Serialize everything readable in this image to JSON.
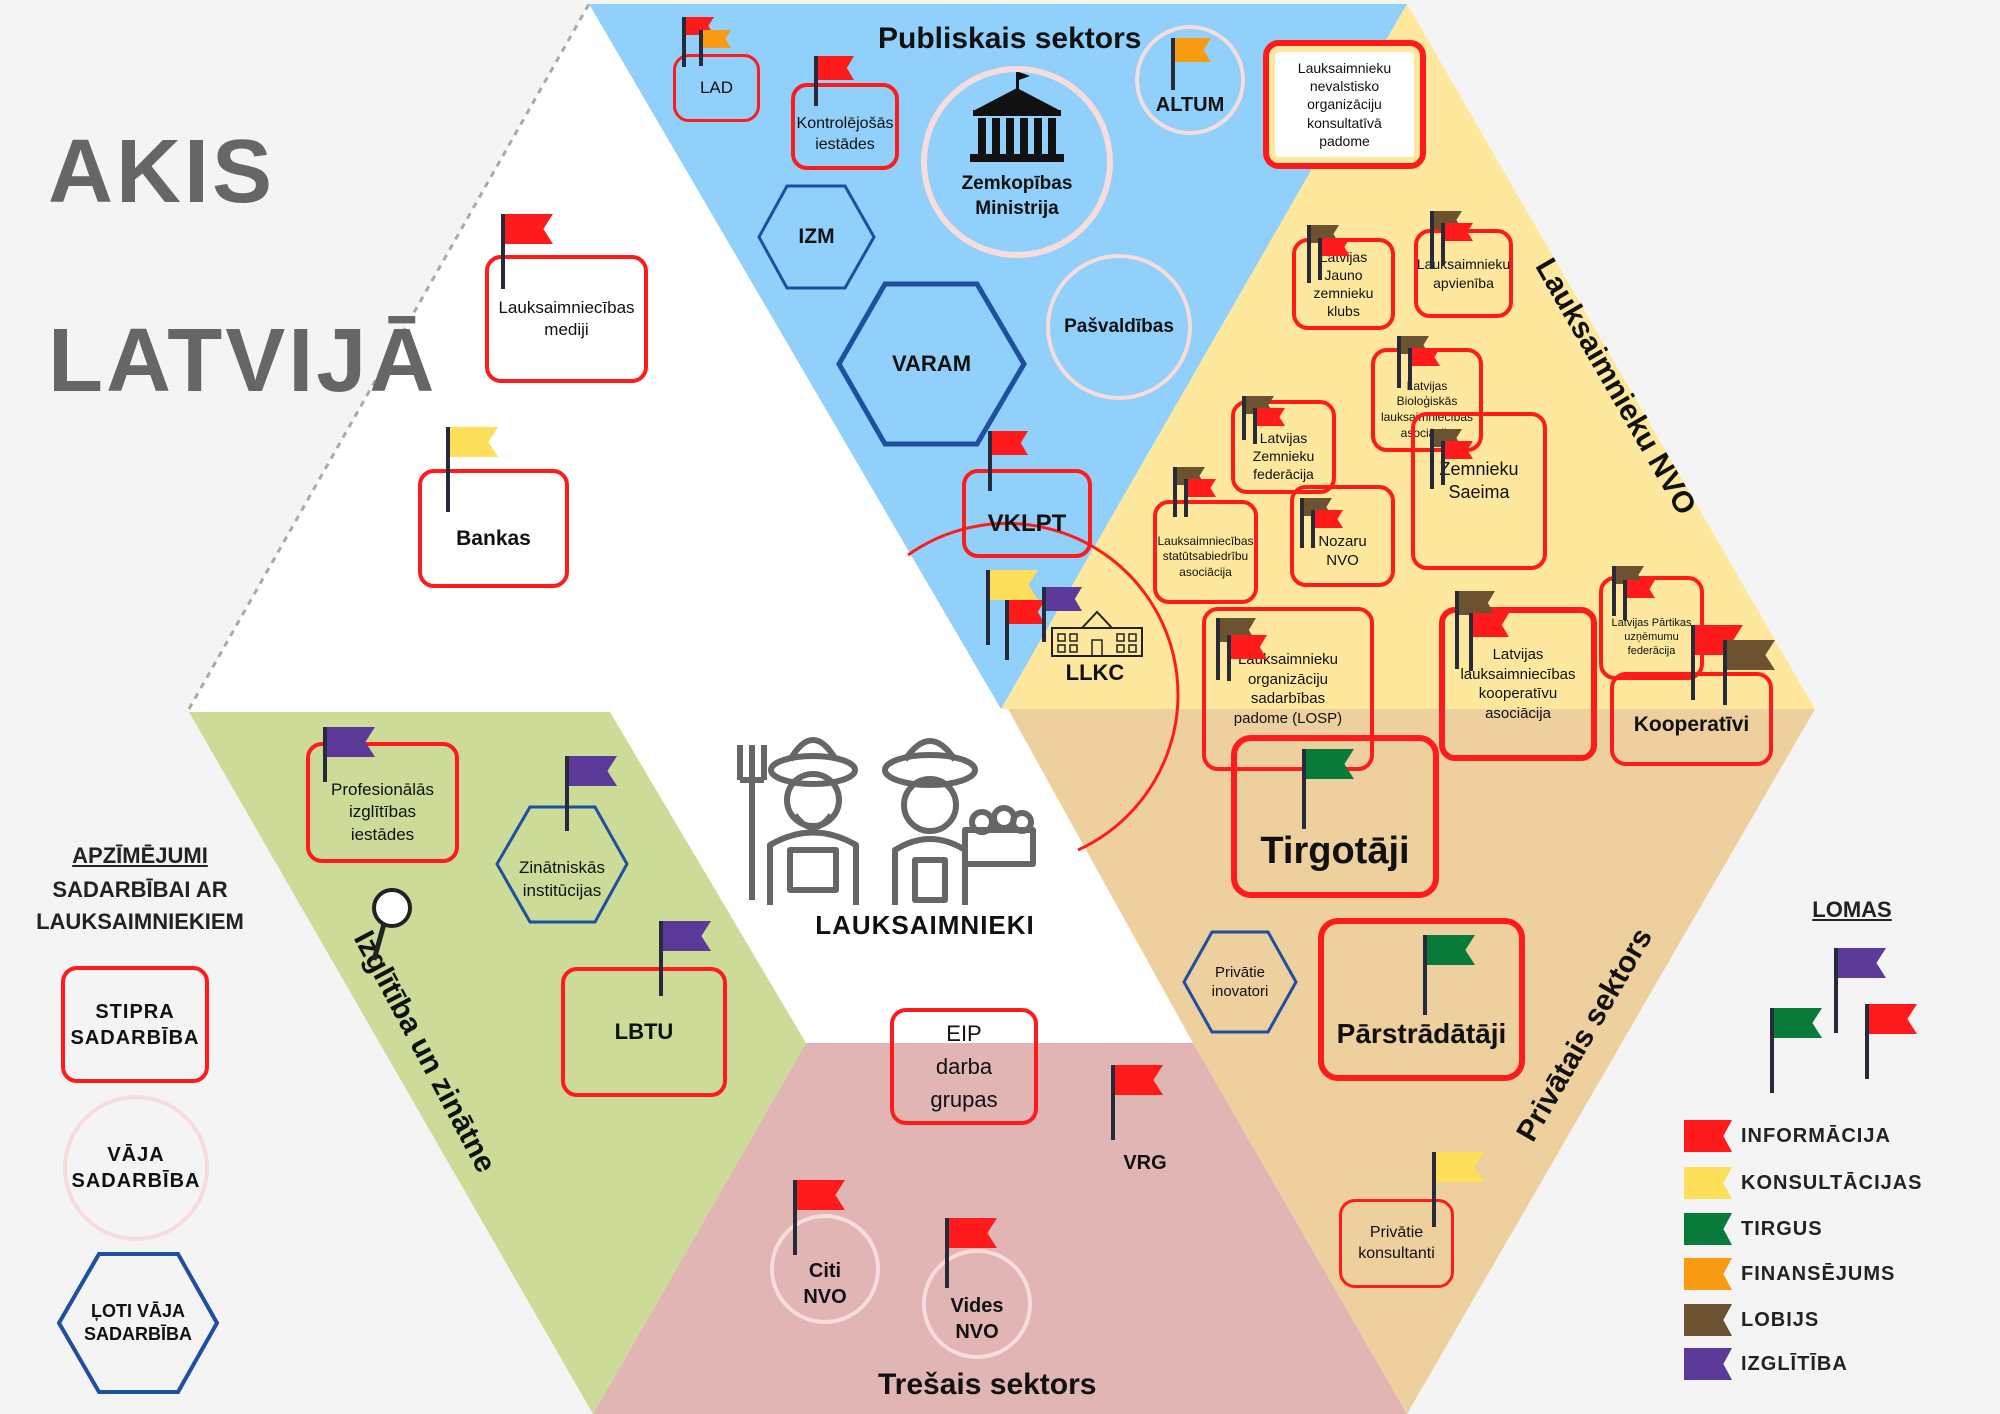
{
  "title": {
    "line1": "AKIS",
    "line2": "LATVIJĀ"
  },
  "sectors": {
    "public": "Publiskais sektors",
    "nvo": "Lauksaimnieku NVO",
    "private": "Privātais sektors",
    "third": "Trešais sektors",
    "education": "Izglītība un zinātne"
  },
  "center": {
    "label": "LAUKSAIMNIEKI"
  },
  "nodes": {
    "lad": "LAD",
    "kontrole": "Kontrolējošās\niestādes",
    "zm": "Zemkopības\nMinistrija",
    "altum": "ALTUM",
    "nvo_padome": "Lauksaimnieku\nnevalstisko\norganizāciju\nkonsultatīvā\npadome",
    "izm": "IZM",
    "varam": "VARAM",
    "pasvaldibas": "Pašvaldības",
    "vklpt": "VKLPT",
    "llkc": "LLKC",
    "mediji": "Lauksaimniecības\nmediji",
    "bankas": "Bankas",
    "prof": "Profesionālās\nizglītības\niestādes",
    "zinatne": "Zinātniskās\ninstitūcijas",
    "lbtu": "LBTU",
    "eip": "EIP\ndarba\ngrupas",
    "vrg": "VRG",
    "citi_nvo": "Citi\nNVO",
    "vides_nvo": "Vides\nNVO",
    "tirgotaji": "Tirgotāji",
    "parstradataji": "Pārstrādātāji",
    "inovatori": "Privātie\ninovatori",
    "konsultanti": "Privātie\nkonsultanti",
    "kooperativi": "Kooperatīvi",
    "jauno": "Latvijas\nJauno\nzemnieku\nklubs",
    "apvieniba": "Lauksaimnieku\napvienība",
    "bio": "Latvijas\nBioloģiskās\nlauksaimniecības\nasociācija",
    "lzf": "Latvijas\nZemnieku\nfederācija",
    "saeima": "Zemnieku\nSaeima",
    "statutsab": "Lauksaimniecības\nstatūtsabiedrību\nasociācija",
    "nozaru": "Nozaru\nNVO",
    "losp": "Lauksaimnieku\norganizāciju\nsadarbības\npadome (LOSP)",
    "lkoop": "Latvijas\nlauksaimniecības\nkooperatīvu\nasociācija",
    "partikas": "Latvijas Pārtikas\nuzņēmumu\nfederācija"
  },
  "legend_left": {
    "title": "APZĪMĒJUMI",
    "subtitle": "SADARBĪBAI AR\nLAUKSAIMNIEKIEM",
    "strong": "STIPRA\nSADARBĪBA",
    "weak": "VĀJA\nSADARBĪBA",
    "very_weak": "ĻOTI VĀJA\nSADARBĪBA"
  },
  "legend_right": {
    "title": "LOMAS",
    "items": [
      {
        "label": "INFORMĀCIJA",
        "color": "#ff1b1b"
      },
      {
        "label": "KONSULTĀCIJAS",
        "color": "#fddf5a"
      },
      {
        "label": "TIRGUS",
        "color": "#087a3a"
      },
      {
        "label": "FINANSĒJUMS",
        "color": "#f99b12"
      },
      {
        "label": "LOBIJS",
        "color": "#6b5231"
      },
      {
        "label": "IZGLĪTĪBA",
        "color": "#5b3a9a"
      }
    ]
  }
}
